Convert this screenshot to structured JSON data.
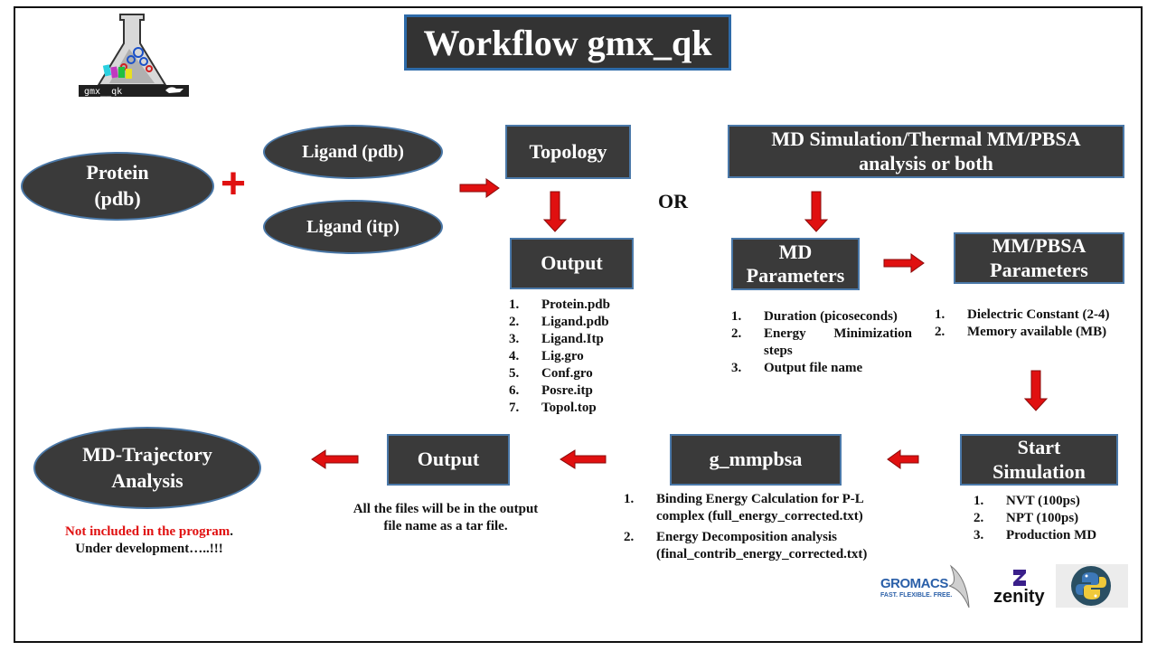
{
  "title": "Workflow gmx_qk",
  "logo": {
    "label": "gmx__qk"
  },
  "inputs": {
    "protein": "Protein (pdb)",
    "plus": "+",
    "ligand_pdb": "Ligand (pdb)",
    "ligand_itp": "Ligand (itp)"
  },
  "topology": {
    "label": "Topology",
    "output_label": "Output",
    "output_files": [
      "Protein.pdb",
      "Ligand.pdb",
      "Ligand.Itp",
      "Lig.gro",
      "Conf.gro",
      "Posre.itp",
      "Topol.top"
    ]
  },
  "or_label": "OR",
  "md_choice": {
    "label": "MD Simulation/Thermal MM/PBSA analysis or both"
  },
  "md_params": {
    "label": "MD Parameters",
    "items": [
      "Duration (picoseconds)",
      "Energy Minimization steps",
      "Output file name"
    ]
  },
  "mmpbsa_params": {
    "label": "MM/PBSA Parameters",
    "items": [
      "Dielectric Constant (2-4)",
      "Memory available (MB)"
    ]
  },
  "start_sim": {
    "label": "Start Simulation",
    "items": [
      "NVT (100ps)",
      "NPT (100ps)",
      "Production MD"
    ]
  },
  "g_mmpbsa": {
    "label": "g_mmpbsa",
    "items": [
      "Binding Energy Calculation for P-L complex (full_energy_corrected.txt)",
      "Energy Decomposition analysis (final_contrib_energy_corrected.txt)"
    ]
  },
  "final_output": {
    "label": "Output",
    "note": "All the files will be in the output file name as a tar file."
  },
  "analysis": {
    "label": "MD-Trajectory Analysis",
    "note_red": "Not included in the program",
    "note_dot": ".",
    "note_rest": "Under development…..!!!"
  },
  "brand_logos": {
    "gromacs": "GROMACS",
    "gromacs_tagline": "FAST. FLEXIBLE. FREE.",
    "zenity": "zenity",
    "python": "python-logo"
  },
  "colors": {
    "box": "#3a3a3a",
    "border": "#4a78a8",
    "arrow": "#e01010",
    "accent_red": "#e01010"
  }
}
